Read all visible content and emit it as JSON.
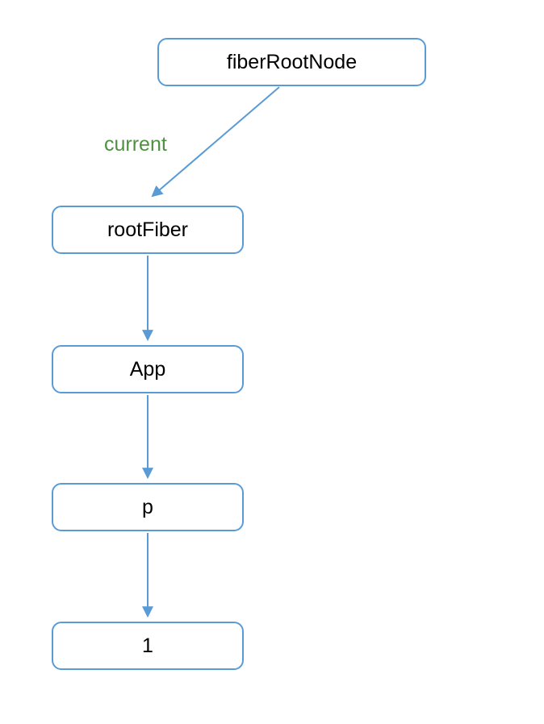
{
  "diagram": {
    "type": "flow-diagram",
    "nodes": [
      {
        "id": "fiberRootNode",
        "label": "fiberRootNode"
      },
      {
        "id": "rootFiber",
        "label": "rootFiber"
      },
      {
        "id": "App",
        "label": "App"
      },
      {
        "id": "p",
        "label": "p"
      },
      {
        "id": "1",
        "label": "1"
      }
    ],
    "edges": [
      {
        "from": "fiberRootNode",
        "to": "rootFiber",
        "label": "current"
      },
      {
        "from": "rootFiber",
        "to": "App",
        "label": ""
      },
      {
        "from": "App",
        "to": "p",
        "label": ""
      },
      {
        "from": "p",
        "to": "1",
        "label": ""
      }
    ],
    "colors": {
      "node_border": "#5B9BD5",
      "arrow": "#5B9BD5",
      "edge_label_text": "#4E9140",
      "node_text": "#000000",
      "background": "#FFFFFF"
    }
  }
}
